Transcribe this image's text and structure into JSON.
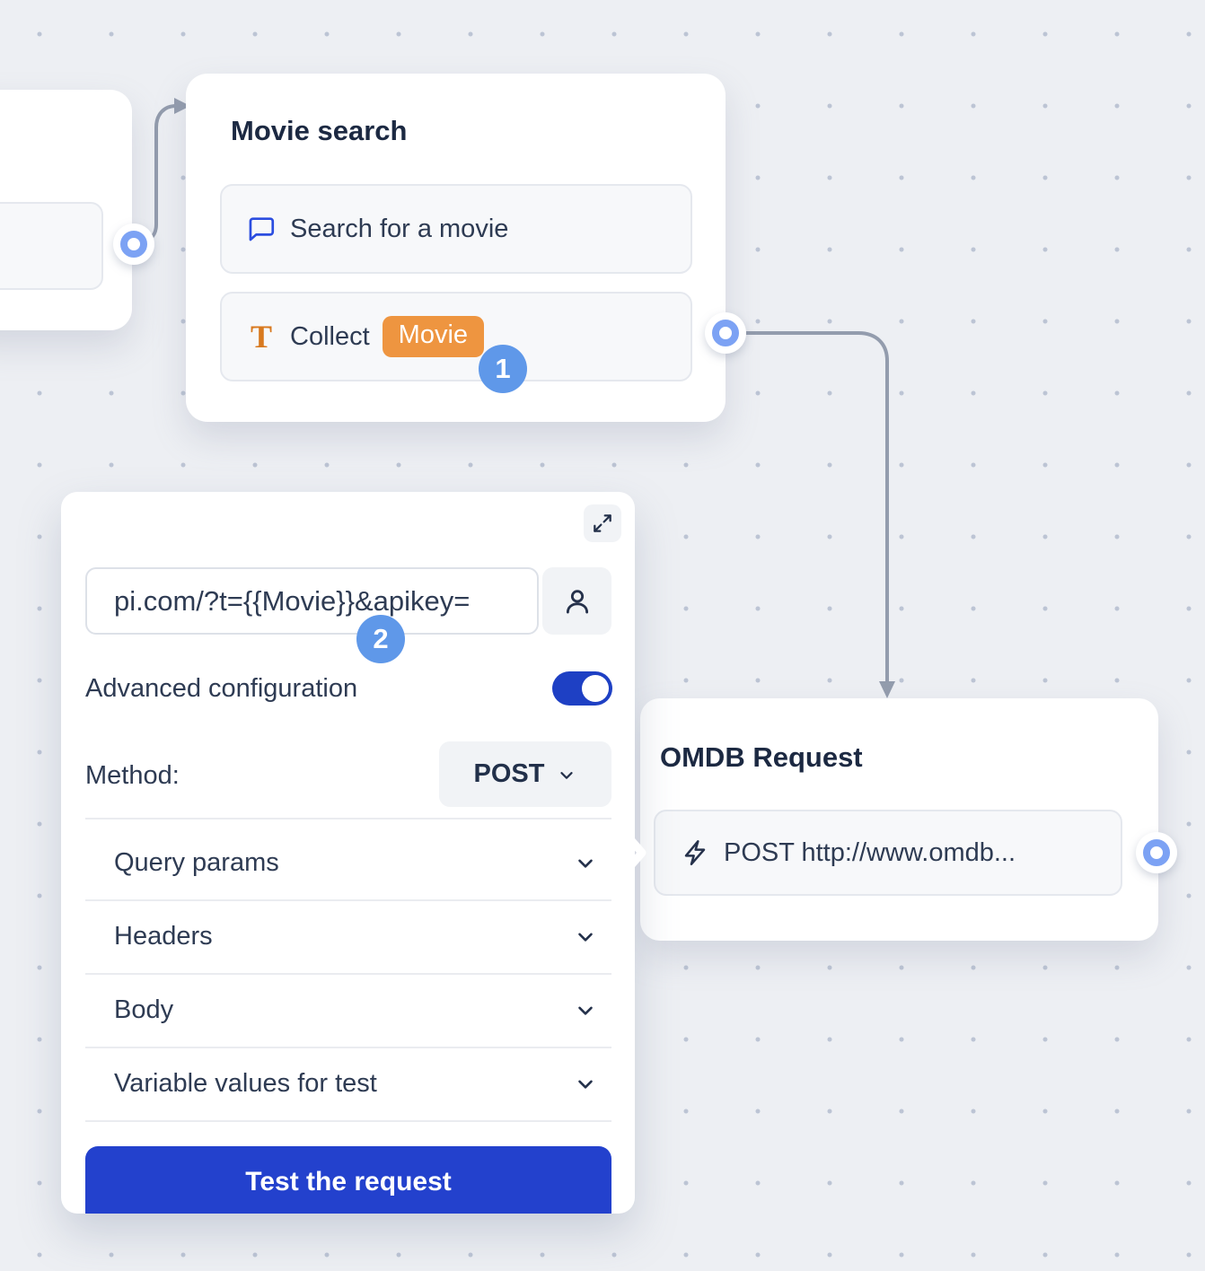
{
  "canvas": {
    "background": "#edeff3",
    "dot_color": "#bcc4d4",
    "connector_color": "#939cad",
    "accent_button_blue": "#2341cd",
    "toggle_blue": "#1e40c4",
    "port_ring_blue": "#7ca2f4",
    "step_badge_blue": "#5f98e9",
    "variable_badge_orange": "#ee9540"
  },
  "movie_search_node": {
    "title": "Movie search",
    "items": [
      {
        "icon": "chat-bubble-icon",
        "label": "Search for a movie"
      },
      {
        "icon": "text-variable-icon",
        "icon_glyph": "T",
        "label": "Collect",
        "variable": "Movie"
      }
    ],
    "step_badge": "1"
  },
  "webhook_editor": {
    "expand_icon": "expand-icon",
    "url_input": {
      "value": "pi.com/?t={{Movie}}&apikey=",
      "full_hint": ""
    },
    "person_icon": "person-icon",
    "step_badge": "2",
    "advanced_configuration_label": "Advanced configuration",
    "advanced_configuration_enabled": true,
    "method_label": "Method:",
    "method_value": "POST",
    "sections": [
      {
        "label": "Query params"
      },
      {
        "label": "Headers"
      },
      {
        "label": "Body"
      },
      {
        "label": "Variable values for test"
      }
    ],
    "test_button_label": "Test the request"
  },
  "omdb_node": {
    "title": "OMDB Request",
    "item": {
      "icon": "lightning-icon",
      "label": "POST http://www.omdb..."
    }
  }
}
